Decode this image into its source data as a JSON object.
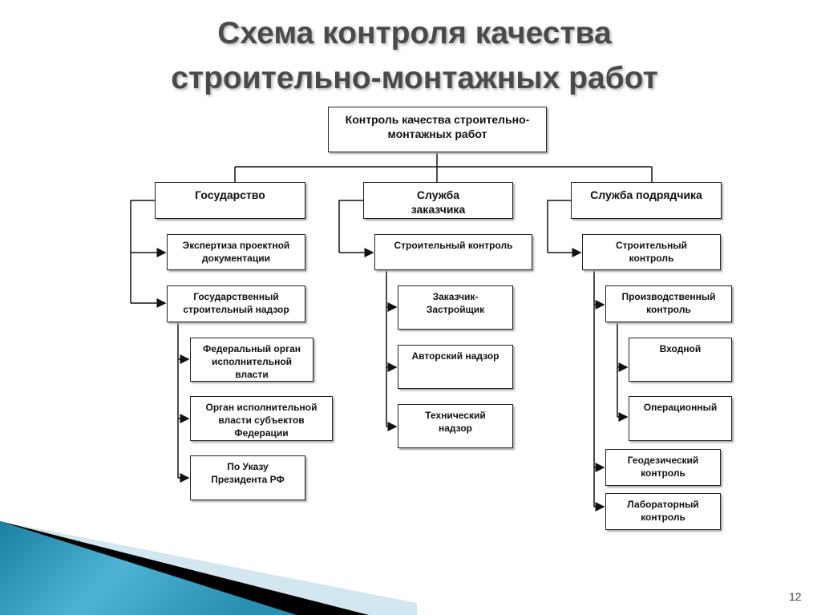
{
  "slide": {
    "title_line1": "Схема контроля качества",
    "title_line2": "строительно-монтажных работ",
    "page_number": "12"
  },
  "diagram": {
    "root": "Контроль качества строительно-монтажных работ",
    "state": {
      "label": "Государство",
      "expertise": "Экспертиза проектной документации",
      "supervision": "Государственный строительный надзор",
      "federal": "Федеральный орган исполнительной власти",
      "regional": "Орган исполнительной власти субъектов Федерации",
      "decree": "По Указу Президента РФ"
    },
    "customer": {
      "label": "Служба заказчика",
      "control": "Строительный контроль",
      "developer": "Заказчик-Застройщик",
      "author": "Авторский надзор",
      "technical": "Технический надзор"
    },
    "contractor": {
      "label": "Служба подрядчика",
      "control": "Строительный контроль",
      "production": "Производственный контроль",
      "incoming": "Входной",
      "operational": "Операционный",
      "geodetic": "Геодезический контроль",
      "laboratory": "Лабораторный контроль"
    }
  }
}
